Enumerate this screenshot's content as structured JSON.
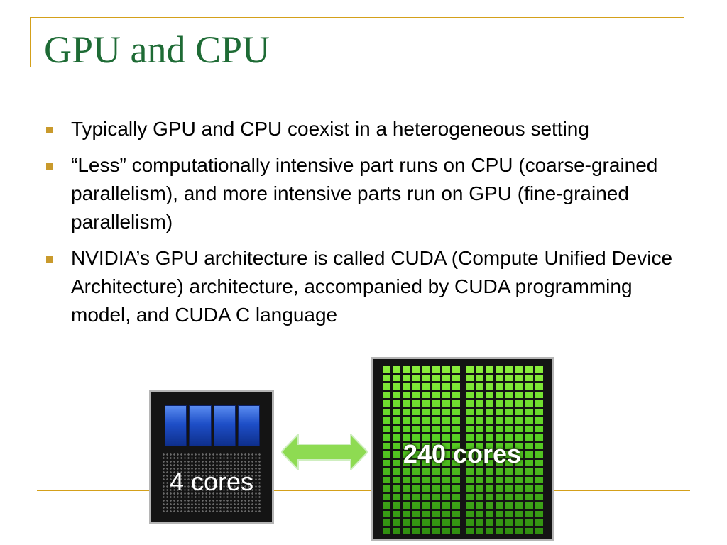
{
  "slide": {
    "title": "GPU and CPU",
    "bullets": [
      "Typically GPU and CPU coexist in a heterogeneous setting",
      "“Less” computationally intensive part runs on CPU (coarse-grained parallelism), and more intensive parts run on GPU (fine-grained parallelism)",
      "NVIDIA’s GPU architecture is called CUDA (Compute Unified Device Architecture) architecture, accompanied by CUDA programming model, and CUDA C language"
    ]
  },
  "figure": {
    "cpu_label": "4 cores",
    "cpu_core_count": 4,
    "gpu_label": "240 cores",
    "arrow_icon": "double-arrow-icon"
  },
  "colors": {
    "title": "#1e6b35",
    "accent_rule": "#d4a01a",
    "bullet": "#c99a2c",
    "cpu_core": "#1e4fc8",
    "gpu_core": "#5ad124",
    "arrow": "#8edb52"
  }
}
